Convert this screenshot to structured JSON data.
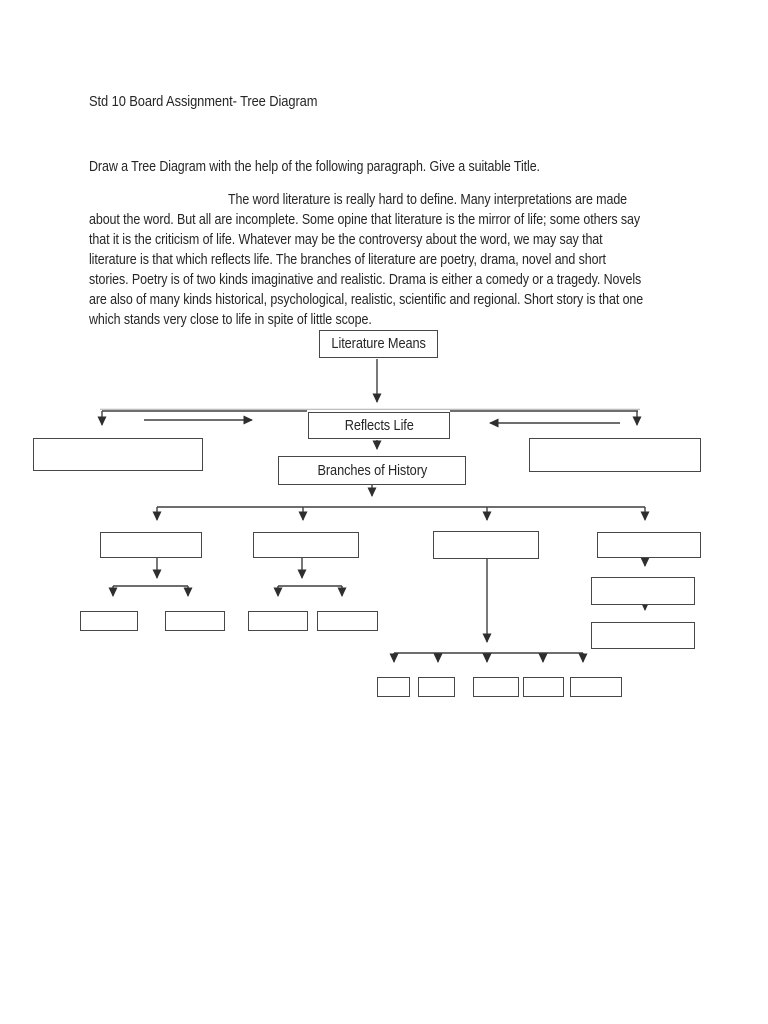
{
  "document": {
    "title": "Std 10 Board Assignment- Tree Diagram",
    "instruction": "Draw a Tree Diagram with the help of the following paragraph. Give a suitable Title.",
    "paragraph_lines": [
      "The word literature is really hard to define. Many interpretations are made",
      "about the word. But all are incomplete. Some opine that literature is the mirror of life; some others say",
      "that it is the criticism of life. Whatever may be the controversy about the word, we may say that",
      "literature is that which reflects life. The branches of literature are poetry, drama, novel and short",
      "stories. Poetry is of two kinds imaginative and realistic. Drama is either a comedy or a tragedy. Novels",
      "are also of many kinds historical, psychological, realistic, scientific and regional. Short story is that one",
      "which stands very close to life in spite of little scope."
    ]
  },
  "diagram": {
    "labeled_nodes": {
      "root": "Literature Means",
      "level1": "Reflects Life",
      "level2": "Branches of History"
    },
    "colors": {
      "line": "#3f3f3f",
      "faint_line": "#b5b5b5",
      "box_border": "#474747",
      "text": "#262626",
      "page_background": "#ffffff"
    }
  }
}
